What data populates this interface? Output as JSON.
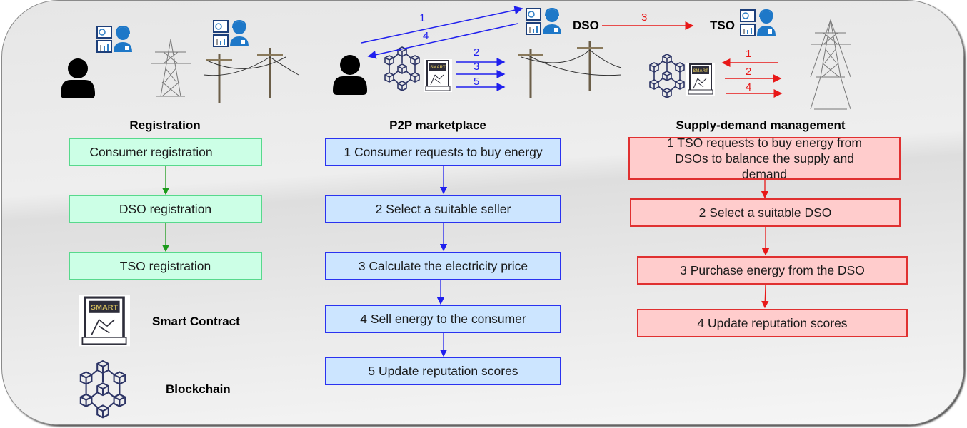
{
  "sections": {
    "registration": {
      "title": "Registration",
      "steps": [
        "Consumer registration",
        "DSO registration",
        "TSO registration"
      ],
      "color": "#57d98c"
    },
    "p2p": {
      "title": "P2P marketplace",
      "steps": [
        "1 Consumer requests to buy energy",
        "2 Select a suitable seller",
        "3 Calculate the electricity price",
        "4 Sell energy to the consumer",
        "5 Update reputation scores"
      ],
      "color": "#2a32f0"
    },
    "supply_demand": {
      "title": "Supply-demand management",
      "steps": [
        "1 TSO requests to buy energy from DSOs to balance the supply and demand",
        "2 Select a suitable DSO",
        "3 Purchase energy from the DSO",
        "4 Update reputation scores"
      ],
      "color": "#e03030"
    }
  },
  "legend": {
    "smart_contract": "Smart Contract",
    "blockchain": "Blockchain"
  },
  "actors": {
    "dso": "DSO",
    "tso": "TSO"
  },
  "arrow_labels": {
    "consumer_to_dso": "1",
    "dso_to_consumer": "4",
    "p2p_contract": [
      "2",
      "3",
      "5"
    ],
    "dso_to_tso": "3",
    "tso_in": "1",
    "tso_out": [
      "2",
      "4"
    ]
  }
}
